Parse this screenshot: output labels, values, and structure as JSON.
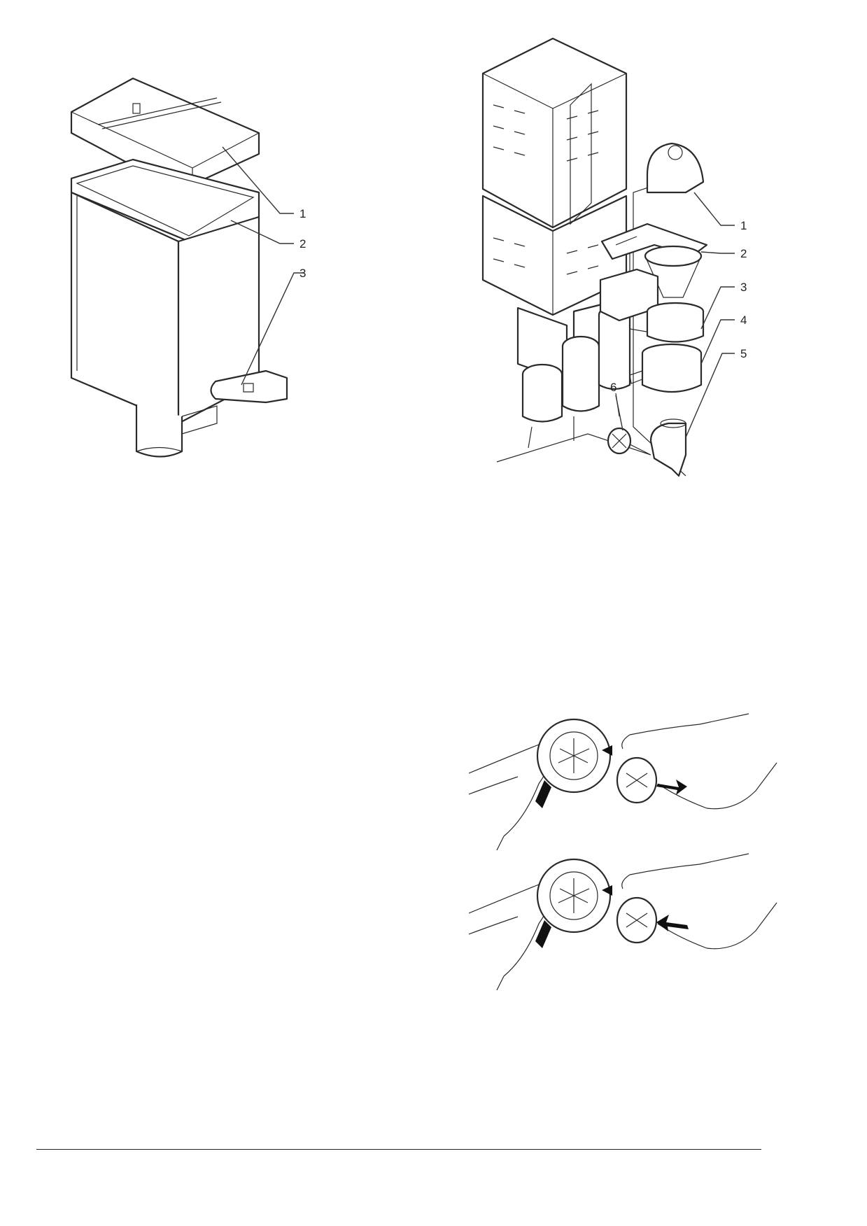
{
  "figures": [
    {
      "id": "canister",
      "callouts": [
        "1",
        "2",
        "3"
      ]
    },
    {
      "id": "mixing-unit-exploded",
      "callouts": [
        "1",
        "2",
        "3",
        "4",
        "5",
        "6"
      ]
    },
    {
      "id": "whipper-impeller-removal",
      "callouts": []
    }
  ]
}
